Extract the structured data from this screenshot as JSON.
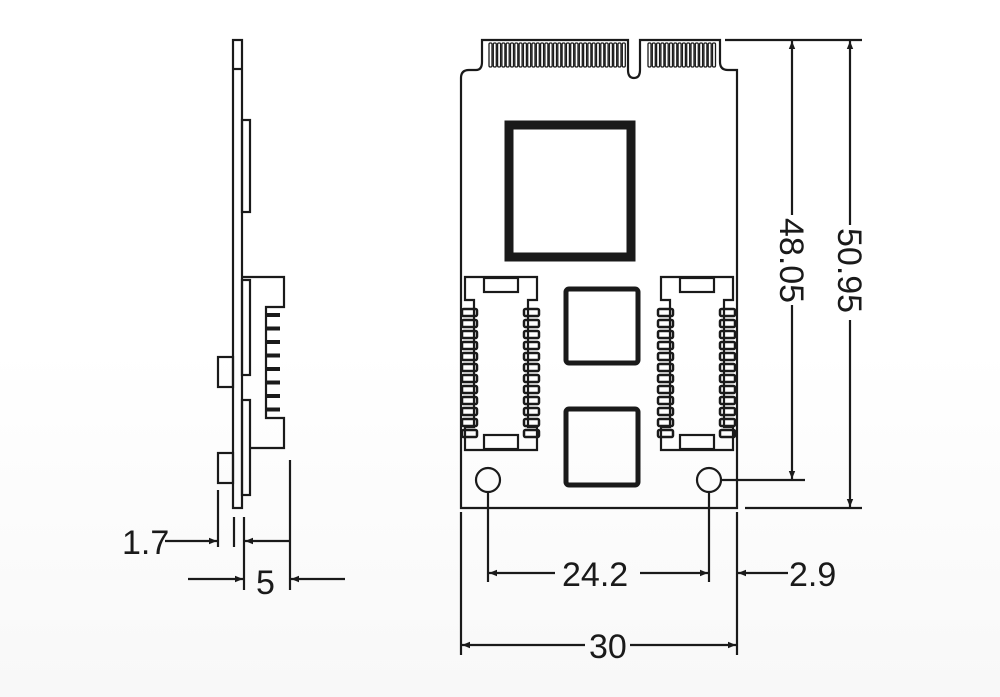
{
  "drawing": {
    "dimensions": {
      "side_board_thickness": "1.7",
      "side_total_thickness": "5",
      "hole_spacing": "24.2",
      "hole_edge_offset": "2.9",
      "board_width": "30",
      "hole_to_top": "48.05",
      "board_length": "50.95"
    },
    "units": "mm",
    "line_color": "#1a1a1a"
  }
}
